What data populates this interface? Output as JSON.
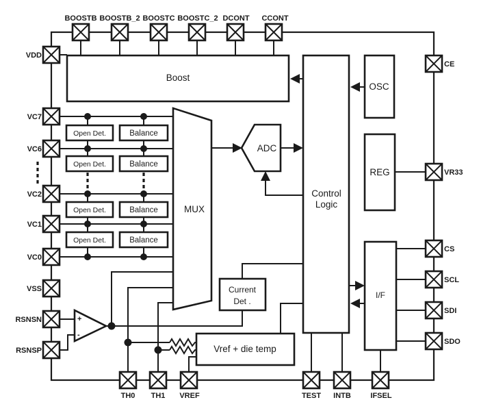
{
  "pins": {
    "top": [
      "BOOSTB",
      "BOOSTB_2",
      "BOOSTC",
      "BOOSTC_2",
      "DCONT",
      "CCONT"
    ],
    "left": [
      "VDD",
      "VC7",
      "VC6",
      "VC2",
      "VC1",
      "VC0",
      "VSS",
      "RSNSN",
      "RSNSP"
    ],
    "right": [
      "CE",
      "VR33",
      "CS",
      "SCL",
      "SDI",
      "SDO"
    ],
    "bottom": [
      "TH0",
      "TH1",
      "VREF",
      "TEST",
      "INTB",
      "IFSEL"
    ]
  },
  "blocks": {
    "boost": "Boost",
    "mux": "MUX",
    "adc": "ADC",
    "control_line1": "Control",
    "control_line2": "Logic",
    "osc": "OSC",
    "reg": "REG",
    "interface": "I/F",
    "current_det_line1": "Current",
    "current_det_line2": "Det .",
    "vref_die_temp": "Vref + die temp",
    "open_det": "Open Det.",
    "balance": "Balance"
  },
  "opamp": {
    "plus": "+",
    "minus": "-"
  },
  "colors": {
    "line": "#1a1a1a",
    "background": "#ffffff"
  }
}
